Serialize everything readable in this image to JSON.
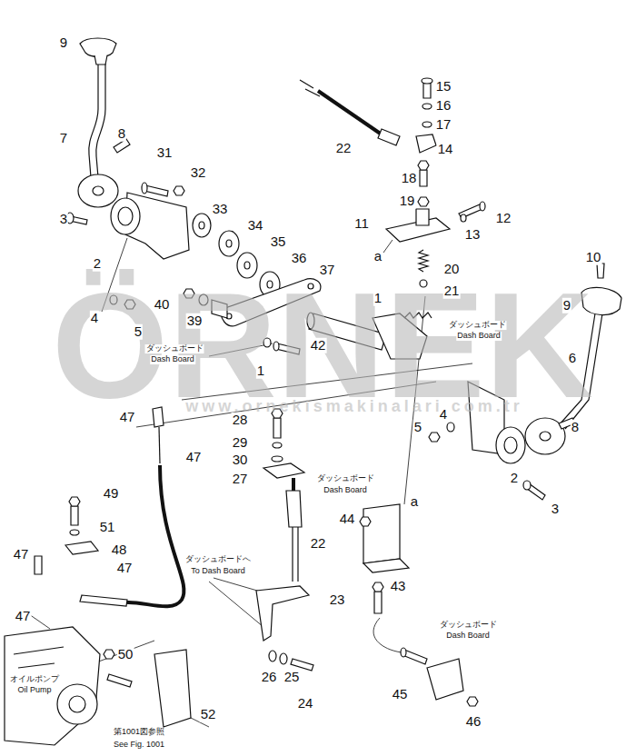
{
  "diagram": {
    "labels": [
      "9",
      "7",
      "8",
      "31",
      "32",
      "3",
      "2",
      "33",
      "34",
      "35",
      "36",
      "37",
      "4",
      "5",
      "40",
      "39",
      "ダッシュボード",
      "Dash Board",
      "1",
      "42",
      "1",
      "15",
      "16",
      "17",
      "14",
      "22",
      "18",
      "19",
      "11",
      "12",
      "13",
      "a",
      "20",
      "21",
      "ダッシュボード",
      "Dash Board",
      "10",
      "9",
      "6",
      "47",
      "47",
      "28",
      "29",
      "30",
      "5",
      "4",
      "8",
      "27",
      "ダッシュボード",
      "Dash Board",
      "2",
      "49",
      "a",
      "3",
      "44",
      "51",
      "22",
      "48",
      "47",
      "ダッシュボードへ",
      "To Dash Board",
      "47",
      "43",
      "23",
      "47",
      "ダッシュボード",
      "Dash Board",
      "50",
      "26",
      "25",
      "オイルポンプ",
      "Oil Pump",
      "45",
      "24",
      "52",
      "46",
      "第1001図参照",
      "See Fig. 1001",
      "ÖRNEK",
      "www.ornekismakinalari.com.tr"
    ]
  }
}
